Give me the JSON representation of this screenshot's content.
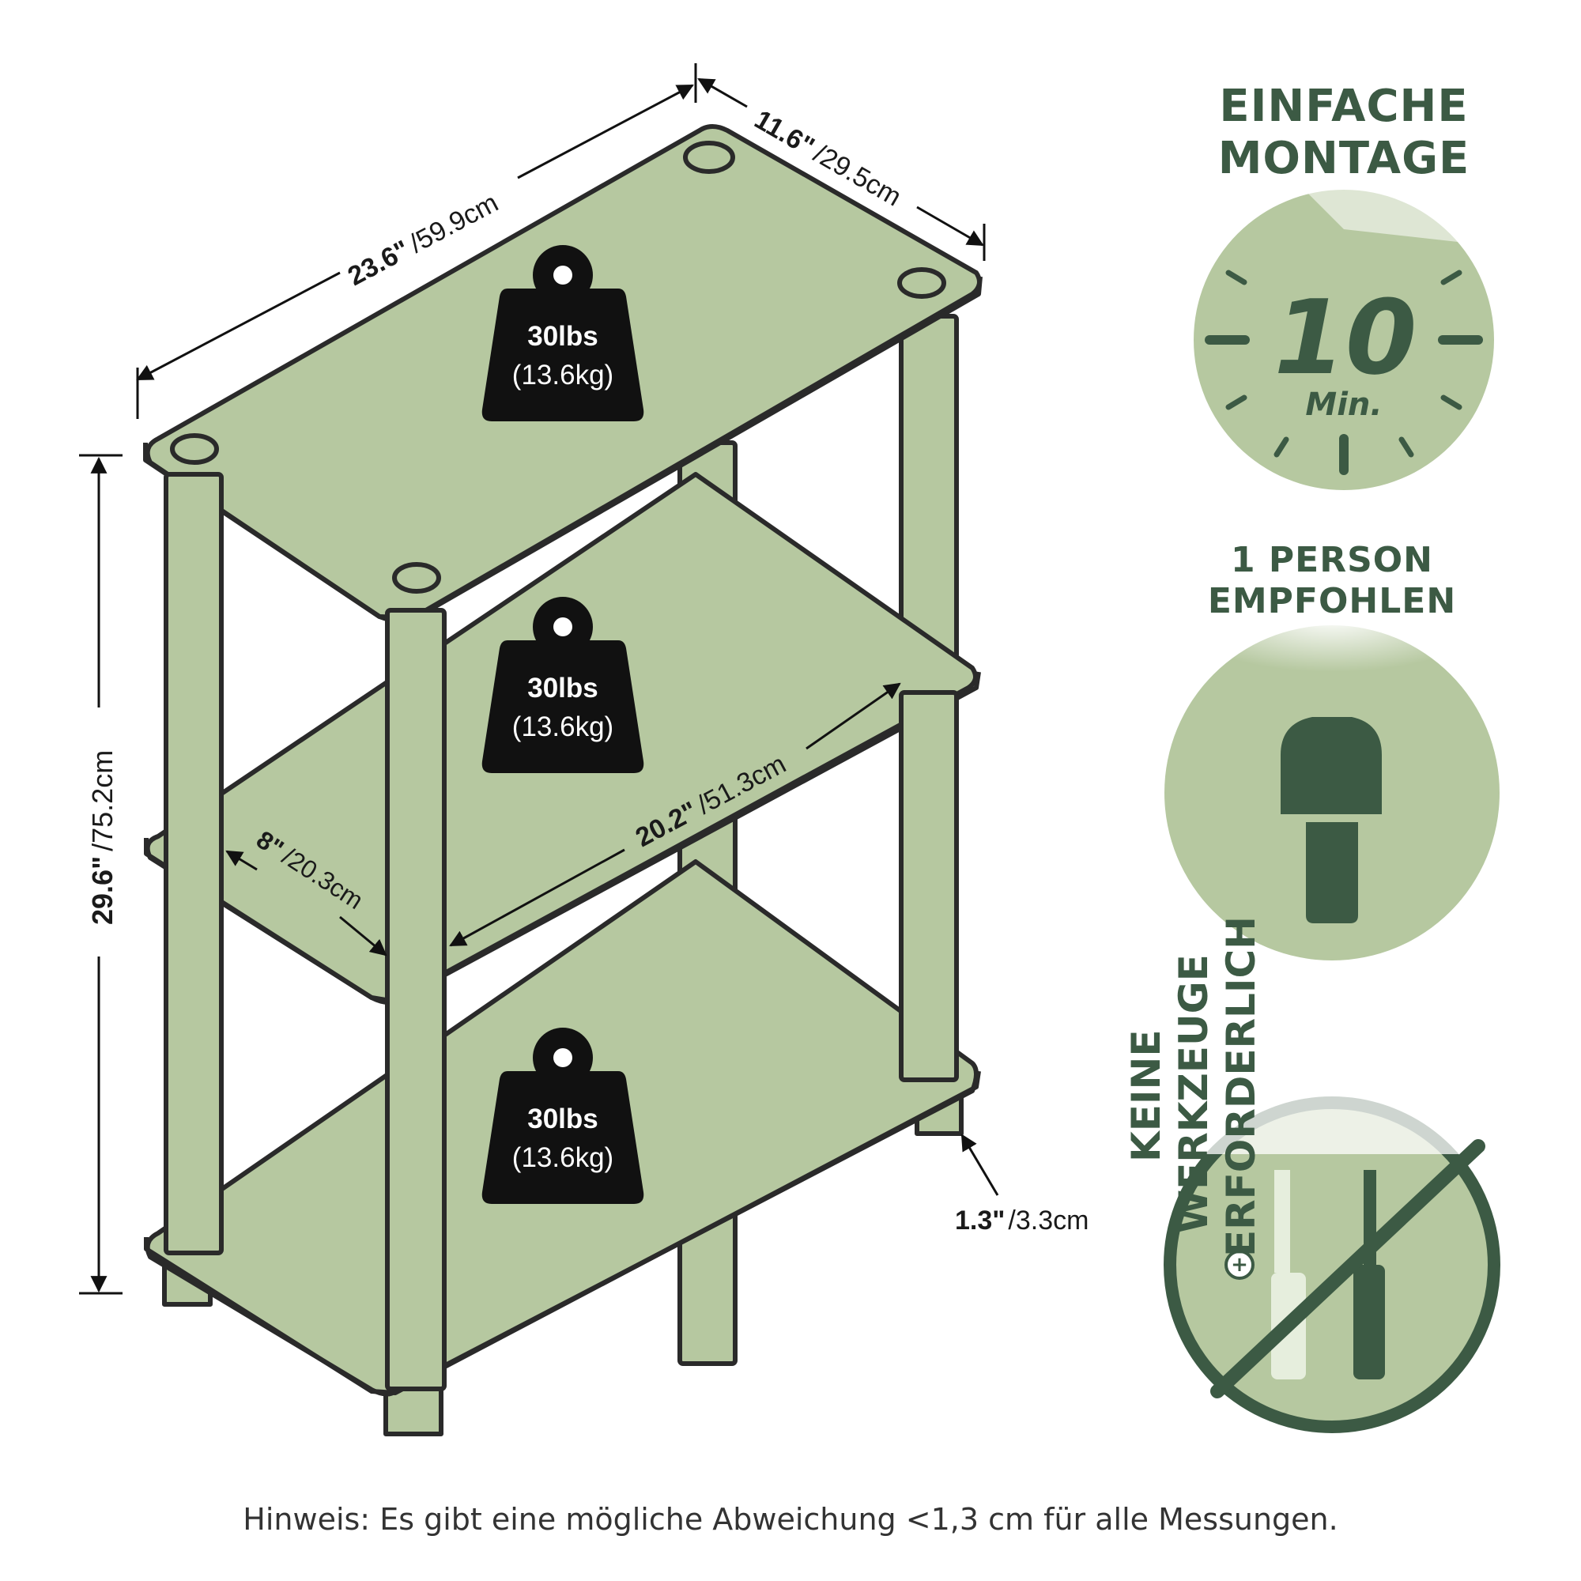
{
  "colors": {
    "shelf_fill": "#b6c8a0",
    "outline": "#2a2a2a",
    "dark_green": "#3c5a44",
    "badge_light": "#b6c8a0",
    "weight_black": "#111111"
  },
  "dimensions": {
    "top_width": {
      "imperial": "23.6\"",
      "metric": "/59.9cm"
    },
    "top_depth": {
      "imperial": "11.6\"",
      "metric": "/29.5cm"
    },
    "height": {
      "imperial": "29.6\"",
      "metric": "/75.2cm"
    },
    "inner_depth": {
      "imperial": "8\"",
      "metric": "/20.3cm"
    },
    "inner_width": {
      "imperial": "20.2\"",
      "metric": "/51.3cm"
    },
    "foot_height": {
      "imperial": "1.3\"",
      "metric": "/3.3cm"
    }
  },
  "weights": [
    {
      "load": "30lbs",
      "metric": "(13.6kg)"
    },
    {
      "load": "30lbs",
      "metric": "(13.6kg)"
    },
    {
      "load": "30lbs",
      "metric": "(13.6kg)"
    }
  ],
  "features": {
    "assembly": {
      "line1": "EINFACHE",
      "line2": "MONTAGE",
      "time_value": "10",
      "time_unit": "Min.",
      "icon": "timer-icon"
    },
    "persons": {
      "line1": "1 PERSON",
      "line2": "EMPFOHLEN",
      "icon": "person-icon"
    },
    "tools": {
      "line1": "KEINE",
      "line2": "WERKZEUGE",
      "line3": "ERFORDERLICH",
      "icon": "no-tools-icon"
    }
  },
  "note": "Hinweis: Es gibt eine mögliche Abweichung <1,3 cm für alle Messungen."
}
